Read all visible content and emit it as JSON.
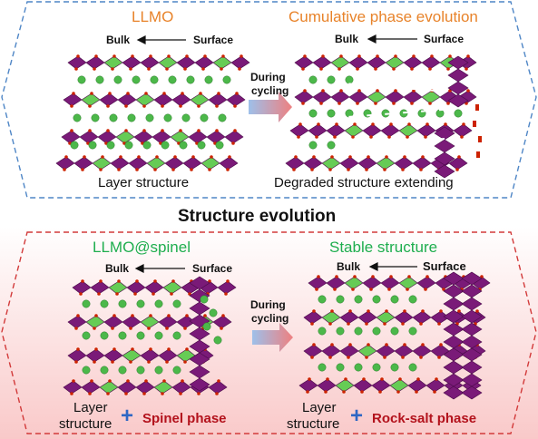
{
  "title": "Structure evolution",
  "top": {
    "left_title": "LLMO",
    "right_title": "Cumulative phase evolution",
    "bulk": "Bulk",
    "surface": "Surface",
    "arrow_label_1": "During",
    "arrow_label_2": "cycling",
    "left_caption": "Layer structure",
    "right_caption": "Degraded structure extending"
  },
  "bottom": {
    "left_title": "LLMO@spinel",
    "right_title": "Stable structure",
    "bulk": "Bulk",
    "surface": "Surface",
    "arrow_label_1": "During",
    "arrow_label_2": "cycling",
    "left_caption_1": "Layer",
    "left_caption_2": "structure",
    "left_phase": "Spinel phase",
    "right_caption_1": "Layer",
    "right_caption_2": "structure",
    "right_phase": "Rock-salt phase",
    "plus": "+"
  },
  "colors": {
    "octahedron_purple": "#7a1a78",
    "tm_green": "#66cc55",
    "li_ball": "#4cb84a",
    "oxygen_red": "#cc2200",
    "top_border": "#4f86c6",
    "bottom_border": "#d23a3a",
    "top_title": "#e8832a",
    "bottom_title": "#1fae4f",
    "phase_text": "#b3121c",
    "plus": "#2f67c4"
  }
}
